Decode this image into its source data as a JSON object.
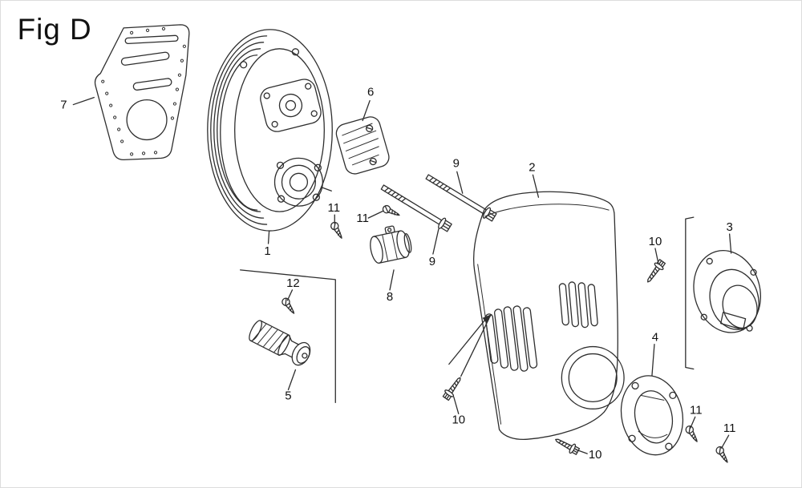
{
  "figure": {
    "title": "Fig D"
  },
  "colors": {
    "line": "#2e2e2e",
    "background": "#ffffff",
    "label": "#111111"
  },
  "callouts": {
    "p1": "1",
    "p2": "2",
    "p3": "3",
    "p4": "4",
    "p5": "5",
    "p6": "6",
    "p7": "7",
    "p8": "8",
    "p9a": "9",
    "p9b": "9",
    "p10a": "10",
    "p10b": "10",
    "p10c": "10",
    "p11a": "11",
    "p11b": "11",
    "p11c": "11",
    "p11d": "11",
    "p12": "12"
  }
}
